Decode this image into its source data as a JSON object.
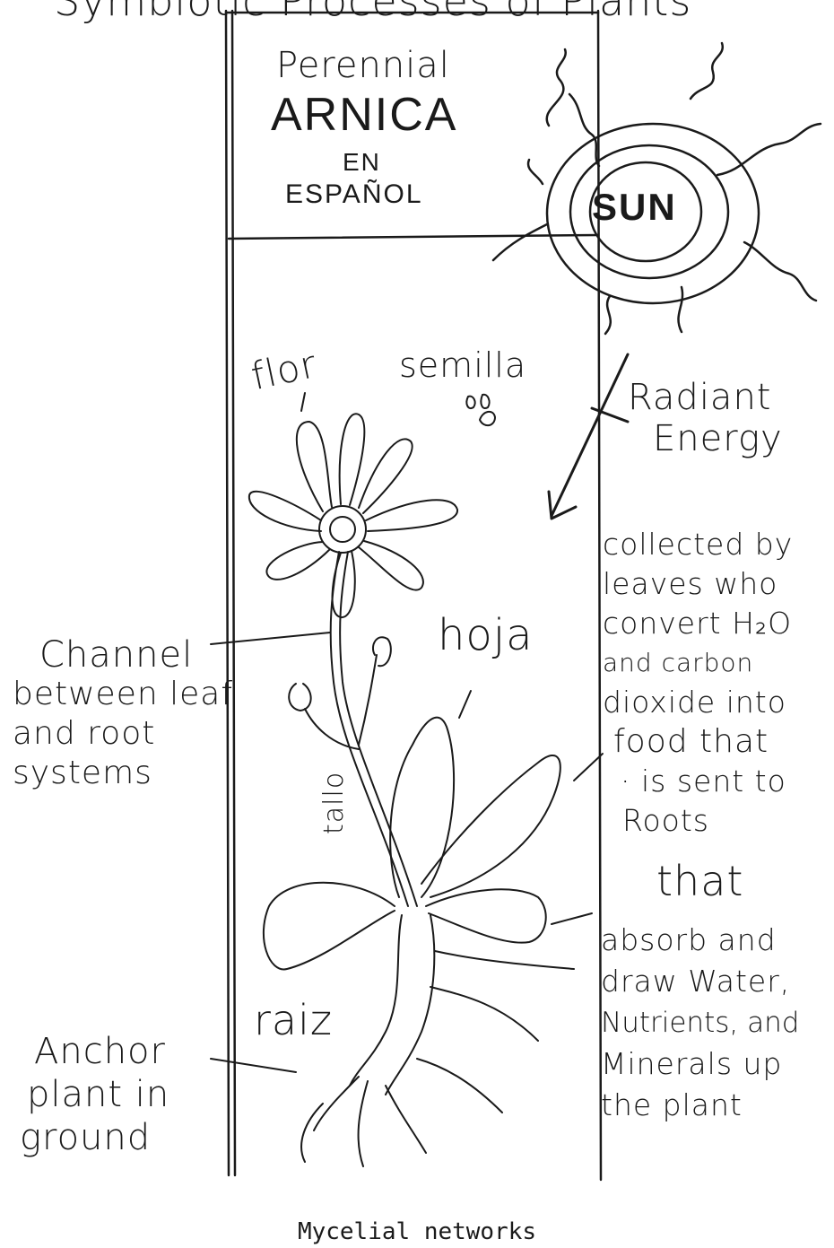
{
  "top_title": "Symbiotic Processes of Plants",
  "header": {
    "line1": "Perennial",
    "line2": "ARNICA",
    "line3": "EN",
    "line4": "ESPAÑOL"
  },
  "sun_label": "SUN",
  "labels": {
    "flor": "flor",
    "semilla": "semilla",
    "hoja": "hoja",
    "tallo": "tallo",
    "raiz": "raiz"
  },
  "radiant_energy": [
    "Radiant",
    "Energy"
  ],
  "channel": [
    "Channel",
    "between leaf",
    "and root",
    "systems"
  ],
  "anchor": [
    "Anchor",
    "plant in",
    "ground"
  ],
  "right_column": {
    "collected": [
      "collected by",
      "leaves who",
      "convert H₂O",
      "and carbon",
      "dioxide into",
      "food that",
      "· is sent to",
      "Roots"
    ],
    "that": "that",
    "absorb": [
      "absorb and",
      "draw Water,",
      "Nutrients, and",
      "Minerals up",
      "the plant"
    ]
  },
  "caption": "Mycelial networks"
}
